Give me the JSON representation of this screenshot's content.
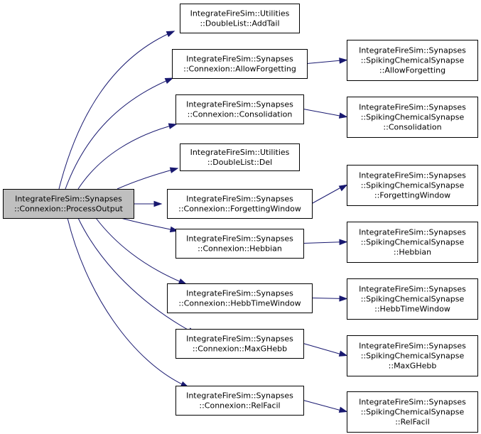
{
  "colors": {
    "edge": "#191970",
    "root_fill": "#bfbfbf",
    "node_fill": "#ffffff",
    "node_stroke": "#000000"
  },
  "nodes": [
    {
      "id": "root",
      "lines": [
        "IntegrateFireSim::Synapses",
        "::Connexion::ProcessOutput"
      ]
    },
    {
      "id": "n1",
      "lines": [
        "IntegrateFireSim::Utilities",
        "::DoubleList::AddTail"
      ]
    },
    {
      "id": "n2",
      "lines": [
        "IntegrateFireSim::Synapses",
        "::Connexion::AllowForgetting"
      ]
    },
    {
      "id": "n3",
      "lines": [
        "IntegrateFireSim::Synapses",
        "::Connexion::Consolidation"
      ]
    },
    {
      "id": "n4",
      "lines": [
        "IntegrateFireSim::Utilities",
        "::DoubleList::Del"
      ]
    },
    {
      "id": "n5",
      "lines": [
        "IntegrateFireSim::Synapses",
        "::Connexion::ForgettingWindow"
      ]
    },
    {
      "id": "n6",
      "lines": [
        "IntegrateFireSim::Synapses",
        "::Connexion::Hebbian"
      ]
    },
    {
      "id": "n7",
      "lines": [
        "IntegrateFireSim::Synapses",
        "::Connexion::HebbTimeWindow"
      ]
    },
    {
      "id": "n8",
      "lines": [
        "IntegrateFireSim::Synapses",
        "::Connexion::MaxGHebb"
      ]
    },
    {
      "id": "n9",
      "lines": [
        "IntegrateFireSim::Synapses",
        "::Connexion::RelFacil"
      ]
    },
    {
      "id": "s2",
      "lines": [
        "IntegrateFireSim::Synapses",
        "::SpikingChemicalSynapse",
        "::AllowForgetting"
      ]
    },
    {
      "id": "s3",
      "lines": [
        "IntegrateFireSim::Synapses",
        "::SpikingChemicalSynapse",
        "::Consolidation"
      ]
    },
    {
      "id": "s5",
      "lines": [
        "IntegrateFireSim::Synapses",
        "::SpikingChemicalSynapse",
        "::ForgettingWindow"
      ]
    },
    {
      "id": "s6",
      "lines": [
        "IntegrateFireSim::Synapses",
        "::SpikingChemicalSynapse",
        "::Hebbian"
      ]
    },
    {
      "id": "s7",
      "lines": [
        "IntegrateFireSim::Synapses",
        "::SpikingChemicalSynapse",
        "::HebbTimeWindow"
      ]
    },
    {
      "id": "s8",
      "lines": [
        "IntegrateFireSim::Synapses",
        "::SpikingChemicalSynapse",
        "::MaxGHebb"
      ]
    },
    {
      "id": "s9",
      "lines": [
        "IntegrateFireSim::Synapses",
        "::SpikingChemicalSynapse",
        "::RelFacil"
      ]
    }
  ],
  "edges": [
    {
      "from": "root",
      "to": "n1"
    },
    {
      "from": "root",
      "to": "n2"
    },
    {
      "from": "root",
      "to": "n3"
    },
    {
      "from": "root",
      "to": "n4"
    },
    {
      "from": "root",
      "to": "n5"
    },
    {
      "from": "root",
      "to": "n6"
    },
    {
      "from": "root",
      "to": "n7"
    },
    {
      "from": "root",
      "to": "n8"
    },
    {
      "from": "root",
      "to": "n9"
    },
    {
      "from": "n2",
      "to": "s2"
    },
    {
      "from": "n3",
      "to": "s3"
    },
    {
      "from": "n5",
      "to": "s5"
    },
    {
      "from": "n6",
      "to": "s6"
    },
    {
      "from": "n7",
      "to": "s7"
    },
    {
      "from": "n8",
      "to": "s8"
    },
    {
      "from": "n9",
      "to": "s9"
    }
  ]
}
